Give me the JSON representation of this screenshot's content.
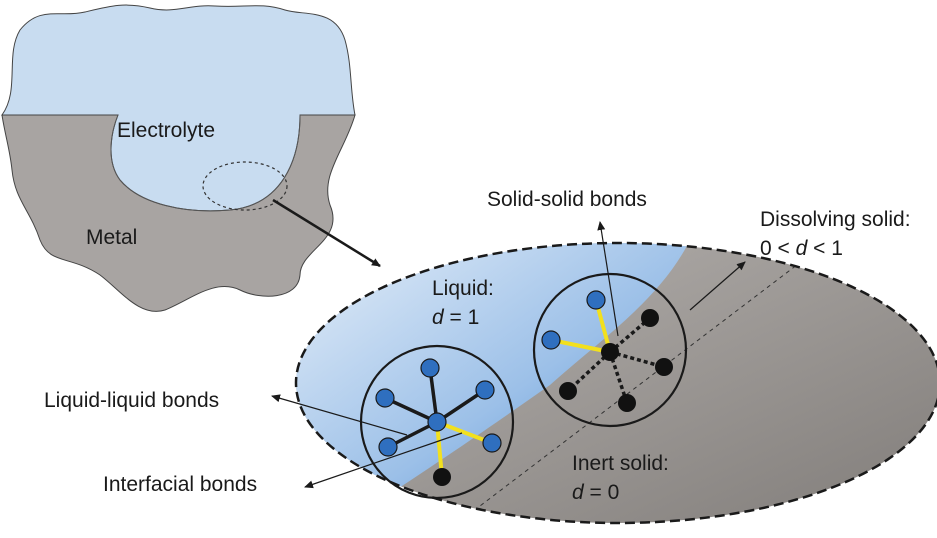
{
  "labels": {
    "electrolyte": "Electrolyte",
    "metal": "Metal",
    "solid_solid_bonds": "Solid-solid bonds",
    "dissolving_solid": "Dissolving solid:",
    "dissolving_range_a": "0 <",
    "dissolving_range_var1": "d",
    "dissolving_range_b": "< 1",
    "liquid": "Liquid:",
    "liquid_var": "d",
    "liquid_value": "= 1",
    "liquid_liquid_bonds": "Liquid-liquid bonds",
    "interfacial_bonds": "Interfacial bonds",
    "inert_solid": "Inert solid:",
    "inert_var": "d",
    "inert_value": "= 0"
  },
  "colors": {
    "electrolyte": "#c8dcf0",
    "metal": "#a8a4a2",
    "liquid_blue": "#4d8fd6",
    "solid_gray": "#8e8a88",
    "blue_node": "#2f6fbf",
    "black_node": "#111111",
    "interfacial_bond": "#f2e01e"
  }
}
